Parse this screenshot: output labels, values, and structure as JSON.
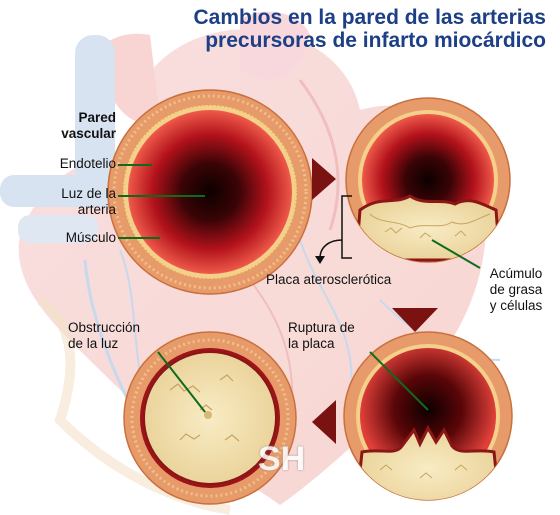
{
  "title": {
    "line1": "Cambios en la pared de las arterias",
    "line2": "precursoras de infarto miocárdico"
  },
  "labels": {
    "wall_heading_line1": "Pared",
    "wall_heading_line2": "vascular",
    "endothelium": "Endotelio",
    "lumen_line1": "Luz de la",
    "lumen_line2": "arteria",
    "muscle": "Músculo",
    "plaque": "Placa aterosclerótica",
    "accumulation_line1": "Acúmulo",
    "accumulation_line2": "de grasa",
    "accumulation_line3": "y células",
    "obstruction_line1": "Obstrucción",
    "obstruction_line2": "de la luz",
    "rupture_line1": "Ruptura de",
    "rupture_line2": "la placa"
  },
  "watermark": "SH",
  "colors": {
    "title_blue": "#1c3f86",
    "artery_ring": "#e39a6a",
    "lumen_dark": "#1a0000",
    "lumen_red": "#c0141c",
    "plaque_cream": "#f1dca8",
    "plaque_edge": "#8a1616",
    "arrow_red": "#7a1212",
    "leader_green": "#0f6b1c"
  }
}
